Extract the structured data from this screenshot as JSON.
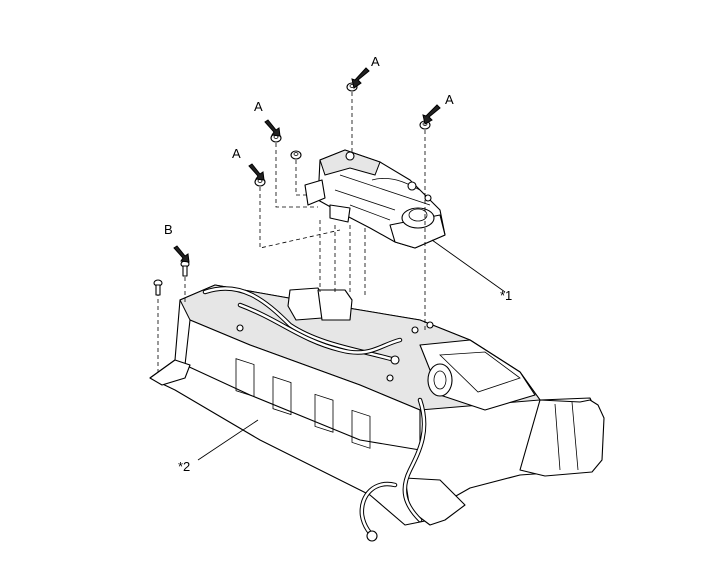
{
  "labels": {
    "A": "A",
    "B": "B",
    "part1": "*1",
    "part2": "*2"
  },
  "colors": {
    "line": "#000000",
    "background": "#ffffff",
    "arrow": "#111111"
  }
}
